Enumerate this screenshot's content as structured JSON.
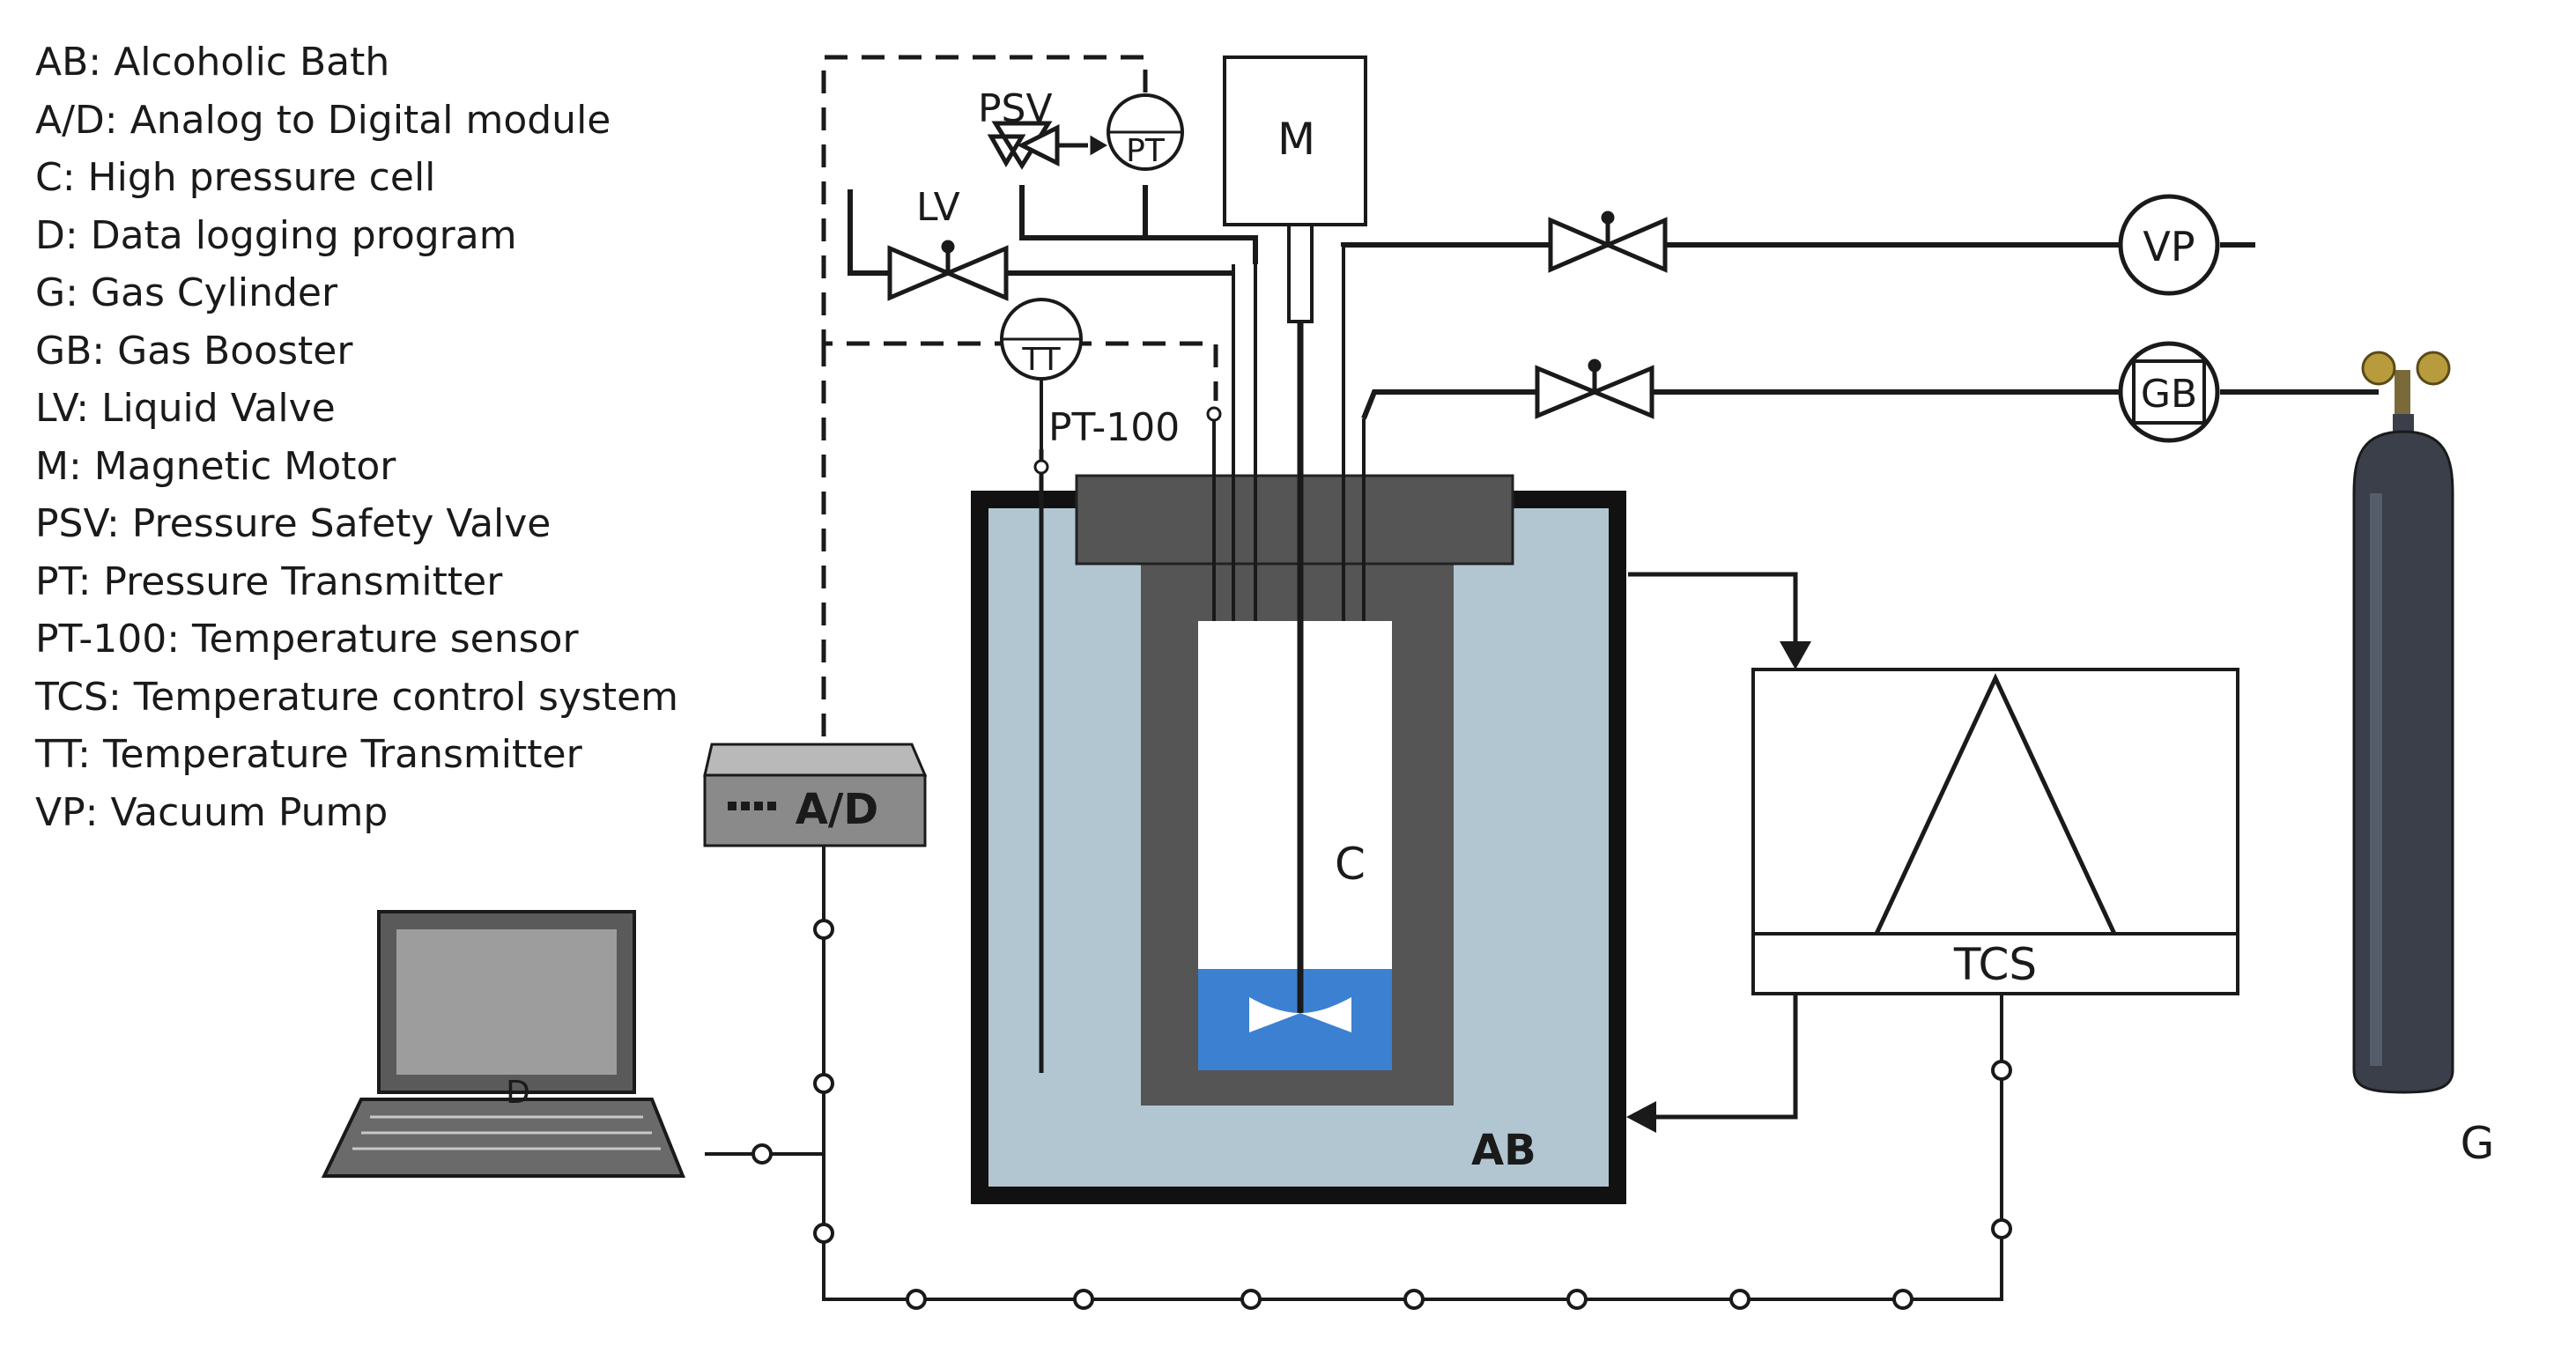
{
  "legend": [
    "AB: Alcoholic Bath",
    "A/D: Analog to Digital module",
    "C: High pressure cell",
    "D: Data logging program",
    "G: Gas Cylinder",
    "GB: Gas Booster",
    "LV: Liquid Valve",
    "M: Magnetic Motor",
    "PSV: Pressure Safety Valve",
    "PT: Pressure Transmitter",
    "PT-100: Temperature sensor",
    "TCS: Temperature control system",
    "TT: Temperature Transmitter",
    "VP: Vacuum Pump"
  ],
  "labels": {
    "ab": "AB",
    "ad": "A/D",
    "c": "C",
    "d": "D",
    "g": "G",
    "gb": "GB",
    "lv": "LV",
    "m": "M",
    "psv": "PSV",
    "pt": "PT",
    "pt100": "PT-100",
    "tcs": "TCS",
    "tt": "TT",
    "vp": "VP"
  },
  "colors": {
    "bath": "#b2c6d2",
    "cell_wall": "#555555",
    "liquid": "#3c80d2",
    "cylinder": "#3a3f4a",
    "line": "#1a1a1a"
  }
}
